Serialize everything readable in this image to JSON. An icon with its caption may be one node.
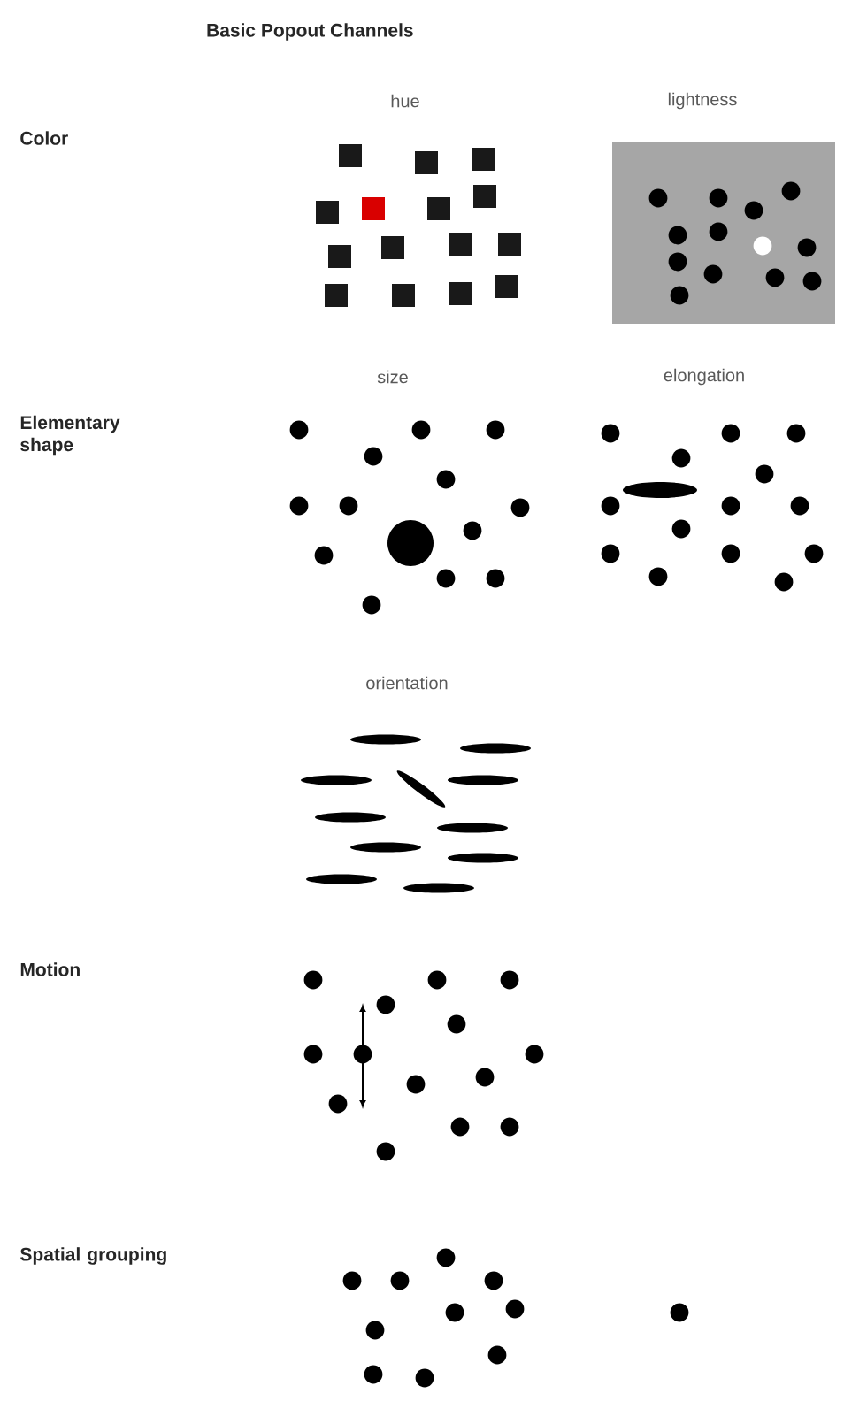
{
  "diagram": {
    "title": "Basic Popout Channels",
    "labels": [
      "Color",
      "hue",
      "lightness",
      "Elementary shape",
      "size",
      "elongation",
      "orientation",
      "Motion",
      "Spatial grouping"
    ]
  }
}
